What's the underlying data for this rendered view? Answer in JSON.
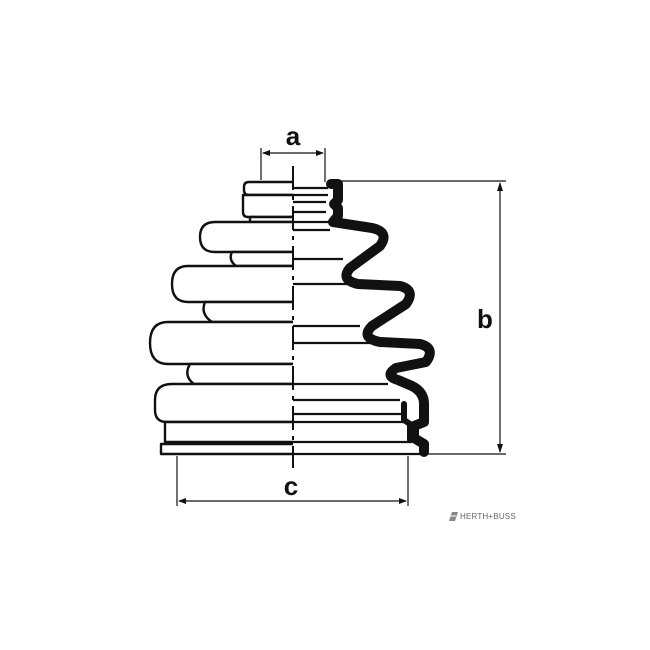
{
  "dimensions": {
    "a_label": "a",
    "b_label": "b",
    "c_label": "c"
  },
  "brand": {
    "name": "HERTH+BUSS",
    "logo_icon": "herth-buss-logo-icon"
  },
  "colors": {
    "line": "#111111",
    "background": "#ffffff",
    "brand_text": "#666666"
  }
}
